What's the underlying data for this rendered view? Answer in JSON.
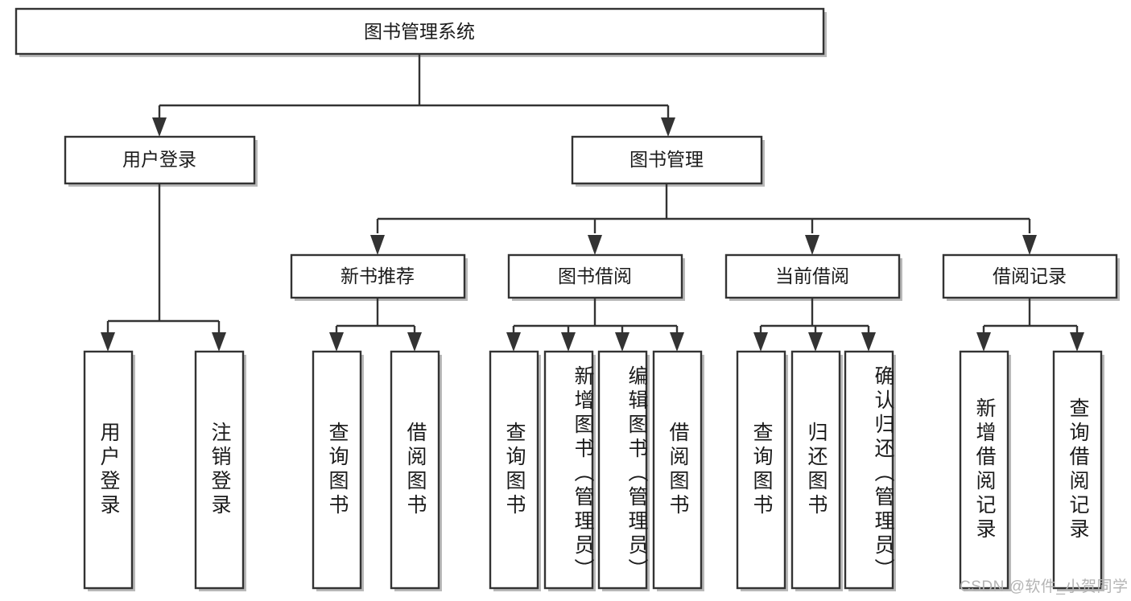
{
  "diagram": {
    "title": "图书管理系统",
    "type": "tree-hierarchy",
    "watermark": "CSDN @软件_小贺同学",
    "colors": {
      "box_stroke": "#333333",
      "box_fill": "#ffffff",
      "text": "#1b1b1b",
      "watermark": "#b4b4b4",
      "background": "#ffffff"
    },
    "root": {
      "label": "图书管理系统"
    },
    "level2": [
      {
        "id": "user-login",
        "label": "用户登录"
      },
      {
        "id": "book-management",
        "label": "图书管理"
      }
    ],
    "level3": [
      {
        "id": "new-book-recommend",
        "label": "新书推荐",
        "parent": "book-management"
      },
      {
        "id": "book-borrow",
        "label": "图书借阅",
        "parent": "book-management"
      },
      {
        "id": "current-borrow",
        "label": "当前借阅",
        "parent": "book-management"
      },
      {
        "id": "borrow-record",
        "label": "借阅记录",
        "parent": "book-management"
      }
    ],
    "leaves": {
      "user-login": [
        {
          "id": "leaf-user-login",
          "label": "用户登录"
        },
        {
          "id": "leaf-user-logout",
          "label": "注销登录"
        }
      ],
      "new-book-recommend": [
        {
          "id": "leaf-query-book-1",
          "label": "查询图书"
        },
        {
          "id": "leaf-borrow-book-1",
          "label": "借阅图书"
        }
      ],
      "book-borrow": [
        {
          "id": "leaf-query-book-2",
          "label": "查询图书"
        },
        {
          "id": "leaf-add-book",
          "label": "新增图书（管理员）"
        },
        {
          "id": "leaf-edit-book",
          "label": "编辑图书（管理员）"
        },
        {
          "id": "leaf-borrow-book-2",
          "label": "借阅图书"
        }
      ],
      "current-borrow": [
        {
          "id": "leaf-query-book-3",
          "label": "查询图书"
        },
        {
          "id": "leaf-return-book",
          "label": "归还图书"
        },
        {
          "id": "leaf-confirm-return",
          "label": "确认归还（管理员）"
        }
      ],
      "borrow-record": [
        {
          "id": "leaf-add-record",
          "label": "新增借阅记录"
        },
        {
          "id": "leaf-query-record",
          "label": "查询借阅记录"
        }
      ]
    }
  }
}
